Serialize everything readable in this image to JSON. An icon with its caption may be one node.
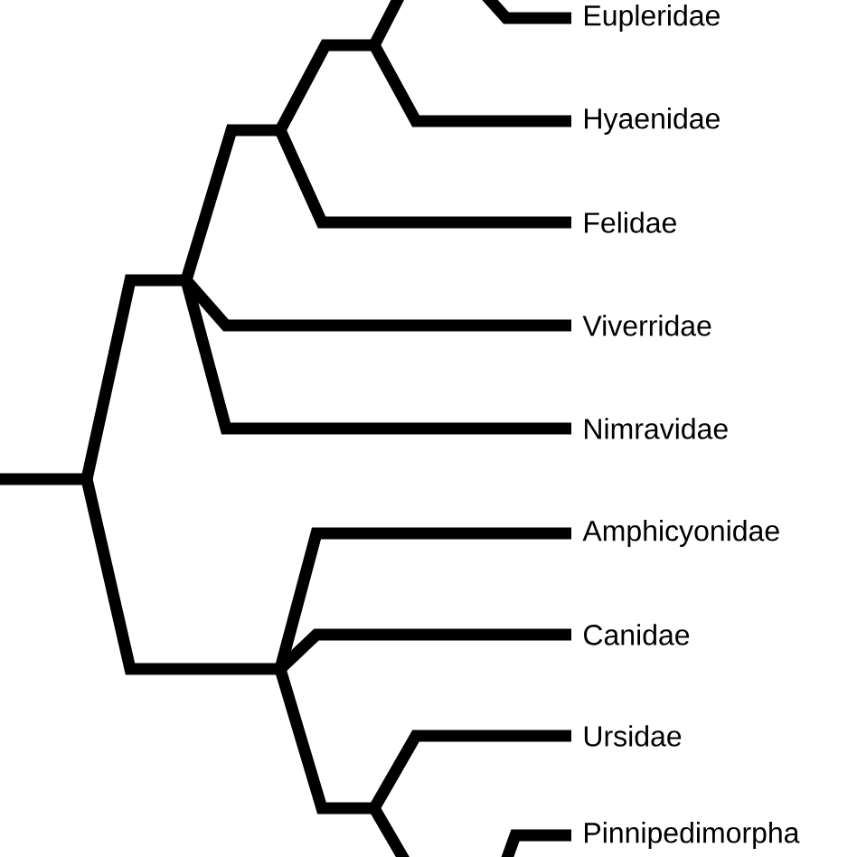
{
  "diagram": {
    "labels": [
      "Eupleridae",
      "Hyaenidae",
      "Felidae",
      "Viverridae",
      "Nimravidae",
      "Amphicyonidae",
      "Canidae",
      "Ursidae",
      "Pinnipedimorpha"
    ]
  }
}
